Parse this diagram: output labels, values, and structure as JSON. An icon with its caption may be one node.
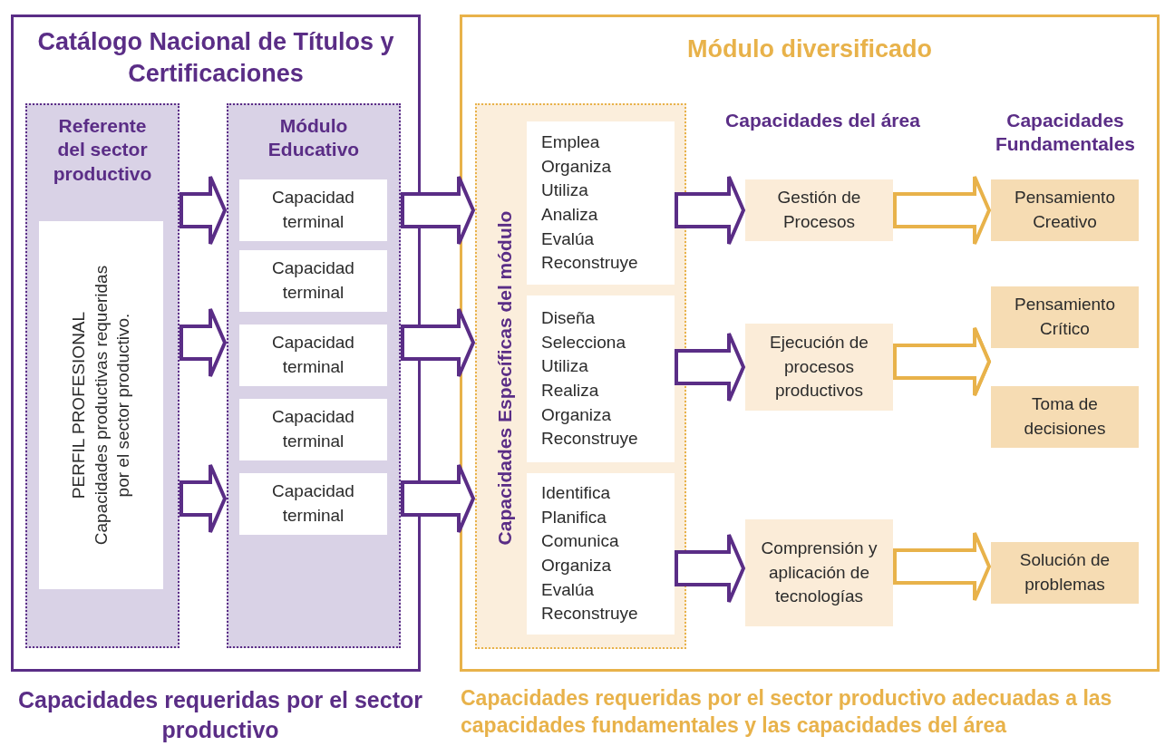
{
  "diagram": {
    "nodes": [
      {
        "text": [
          "Catálogo Nacional de Títulos y Certificaciones"
        ],
        "beside": [
          "Capacidades requeridas por el sector productivo"
        ]
      },
      {
        "text": [
          "Referente del sector productivo"
        ],
        "in": 0
      },
      {
        "text": [
          "PERFIL PROFESIONAL",
          "Capacidades productivas requeridas por el sector productivo."
        ],
        "in": 1
      },
      {
        "text": [
          "Módulo Educativo"
        ],
        "in": 0
      },
      {
        "text": [
          "Capacidad terminal"
        ],
        "in": 3
      },
      {
        "text": [
          "Capacidad terminal"
        ],
        "in": 3
      },
      {
        "text": [
          "Capacidad terminal"
        ],
        "in": 3
      },
      {
        "text": [
          "Capacidad terminal"
        ],
        "in": 3
      },
      {
        "text": [
          "Capacidad terminal"
        ],
        "in": 3
      },
      {
        "text": [
          "Módulo diversificado"
        ],
        "beside": [
          "Capacidades requeridas por el sector productivo adecuadas a las capacidades fundamentales y las capacidades del área"
        ]
      },
      {
        "text": [
          "Capacidades Específicas del módulo"
        ],
        "in": 9
      },
      {
        "text": [
          "Emplea",
          "Organiza",
          "Utiliza",
          "Analiza",
          "Evalúa",
          "Reconstruye"
        ],
        "in": 10
      },
      {
        "text": [
          "Diseña",
          "Selecciona",
          "Utiliza",
          "Realiza",
          "Organiza",
          "Reconstruye"
        ],
        "in": 10
      },
      {
        "text": [
          "Identifica",
          "Planifica",
          "Comunica",
          "Organiza",
          "Evalúa",
          "Reconstruye"
        ],
        "in": 10
      },
      {
        "text": [
          "Gestión de Procesos"
        ],
        "in": 9
      },
      {
        "text": [
          "Ejecución de procesos productivos"
        ],
        "in": 9
      },
      {
        "text": [
          "Comprensión y aplicación de tecnologías"
        ],
        "in": 9
      },
      {
        "text": [
          "Pensamiento Creativo"
        ],
        "in": 9
      },
      {
        "text": [
          "Pensamiento Crítico"
        ],
        "in": 9
      },
      {
        "text": [
          "Toma de decisiones"
        ],
        "in": 9
      },
      {
        "text": [
          "Solución de problemas"
        ],
        "in": 9
      }
    ],
    "edges": [
      {
        "from": 1,
        "to": 3,
        "arrow": "to"
      },
      {
        "from": 1,
        "to": 3,
        "arrow": "to"
      },
      {
        "from": 1,
        "to": 3,
        "arrow": "to"
      },
      {
        "from": 3,
        "to": 10,
        "arrow": "to"
      },
      {
        "from": 3,
        "to": 10,
        "arrow": "to"
      },
      {
        "from": 3,
        "to": 10,
        "arrow": "to"
      },
      {
        "from": 11,
        "to": 14,
        "arrow": "to"
      },
      {
        "from": 12,
        "to": 15,
        "arrow": "to"
      },
      {
        "from": 13,
        "to": 16,
        "arrow": "to"
      },
      {
        "from": 14,
        "to": 17,
        "arrow": "to",
        "color": "#e8b24a"
      },
      {
        "from": 15,
        "to": 18,
        "arrow": "to",
        "color": "#e8b24a"
      },
      {
        "from": 15,
        "to": 19,
        "arrow": "to",
        "color": "#e8b24a"
      },
      {
        "from": 16,
        "to": 20,
        "arrow": "to",
        "color": "#e8b24a"
      }
    ],
    "labels": [
      "Capacidades del área",
      "Capacidades Fundamentales"
    ]
  }
}
